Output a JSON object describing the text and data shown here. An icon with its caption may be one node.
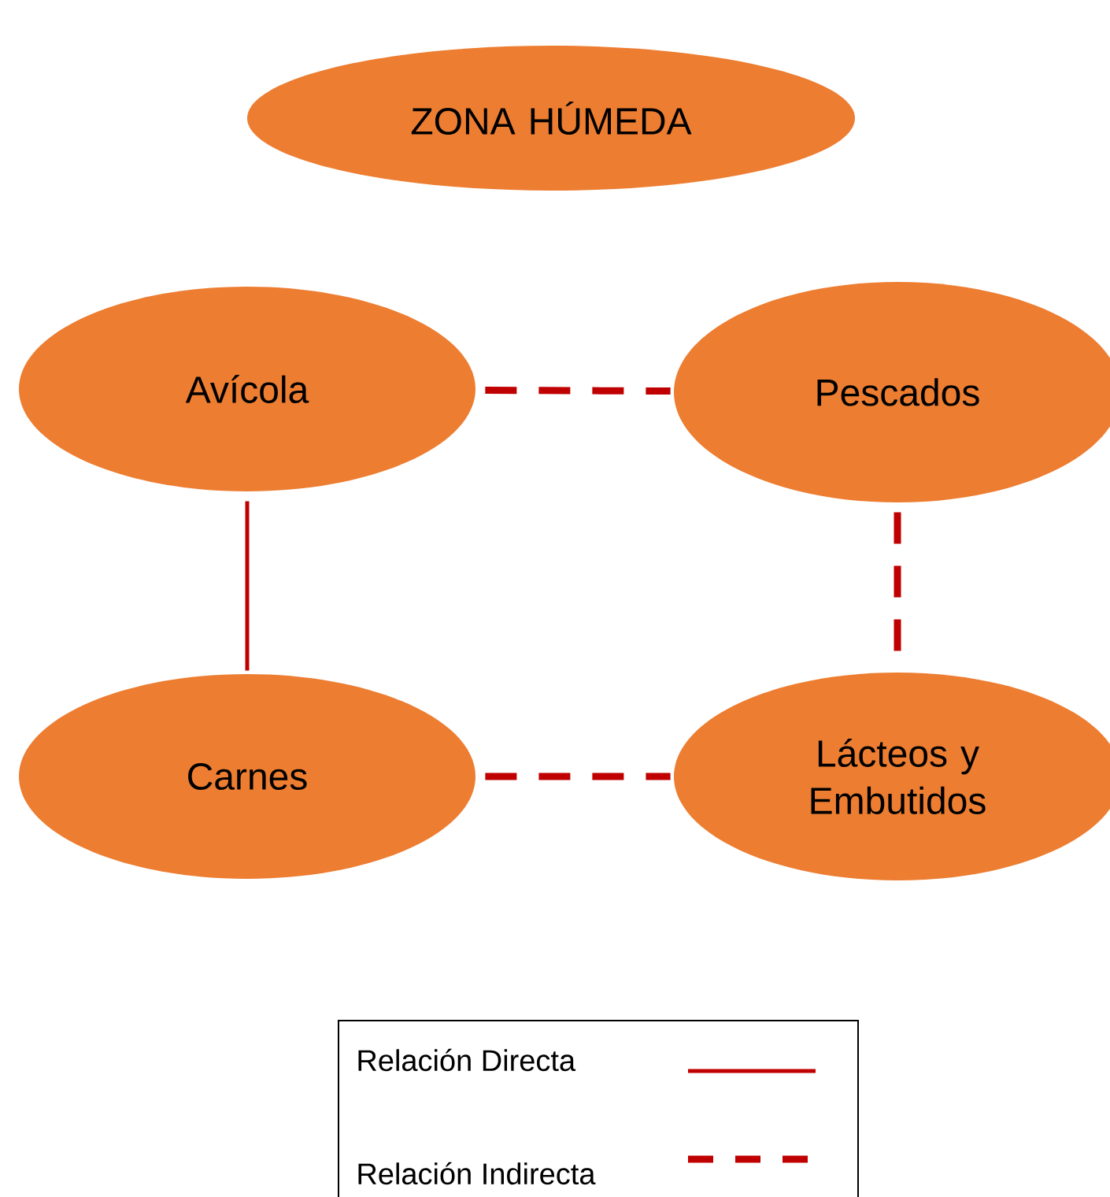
{
  "diagram": {
    "nodes": [
      {
        "text": [
          "ZONA HÚMEDA"
        ]
      },
      {
        "text": [
          "Avícola"
        ]
      },
      {
        "text": [
          "Pescados"
        ]
      },
      {
        "text": [
          "Carnes"
        ]
      },
      {
        "text": [
          "Lácteos y Embutidos"
        ]
      }
    ],
    "edges": [
      {
        "from": 1,
        "to": 2,
        "arrow": "none",
        "style": "dashed"
      },
      {
        "from": 1,
        "to": 3,
        "arrow": "none"
      },
      {
        "from": 2,
        "to": 4,
        "arrow": "none",
        "style": "dashed"
      },
      {
        "from": 3,
        "to": 4,
        "arrow": "none",
        "style": "dashed"
      }
    ],
    "legend": [
      {
        "text": "Relación Directa"
      },
      {
        "text": "Relación Indirecta"
      }
    ]
  }
}
